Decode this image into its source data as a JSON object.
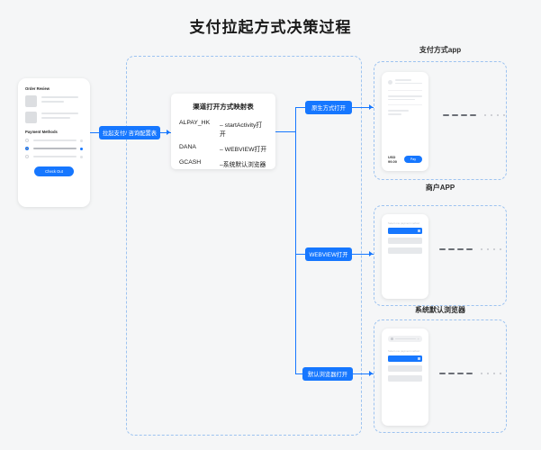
{
  "page": {
    "title": "支付拉起方式决策过程"
  },
  "left_phone": {
    "order_review_title": "Order Review",
    "payment_methods_title": "Payment Methods",
    "checkout_label": "Check Out"
  },
  "start_pill": {
    "label": "拉起支付/ 咨询配置表"
  },
  "mapping_card": {
    "title": "渠道打开方式映射表",
    "rows": [
      {
        "channel": "ALPAY_HK",
        "method": "– startActivity打开"
      },
      {
        "channel": "DANA",
        "method": "– WEBVIEW打开"
      },
      {
        "channel": "GCASH",
        "method": "–系统默认浏览器"
      }
    ]
  },
  "branches": [
    {
      "label": "原生方式打开"
    },
    {
      "label": "WEBVIEW打开"
    },
    {
      "label": "默认浏览器打开"
    }
  ],
  "outcomes": [
    {
      "title": "支付方式app",
      "price": "USD 99.00",
      "pay_label": "Pay"
    },
    {
      "title": "商户APP",
      "caption": "Select one payment method"
    },
    {
      "title": "系统默认浏览器",
      "caption": "Select one payment method"
    }
  ],
  "colors": {
    "accent": "#1677ff",
    "dashed_border": "#9dc3f0",
    "background": "#f5f6f7",
    "text": "#1a1a1a"
  }
}
